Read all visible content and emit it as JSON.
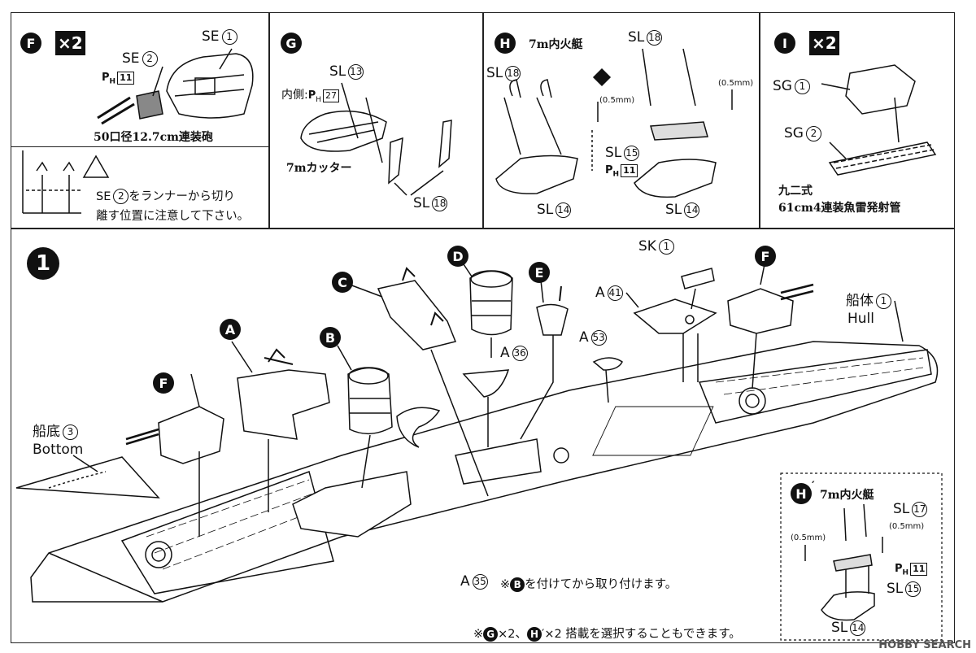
{
  "panels": {
    "F": {
      "badge": "F",
      "multiplier": "×2",
      "part_se1": "SE",
      "part_se1_num": "1",
      "part_se2": "SE",
      "part_se2_num": "2",
      "part_ph": "P",
      "part_ph_sub": "H",
      "part_ph_num": "11",
      "caption": "50口径12.7cm連装砲",
      "warning_line1_part": "SE",
      "warning_line1_num": "2",
      "warning_line1_text": "をランナーから切り",
      "warning_line2": "離す位置に注意して下さい。"
    },
    "G": {
      "badge": "G",
      "part_sl13": "SL",
      "part_sl13_num": "13",
      "inner_label": "内側:",
      "part_ph": "P",
      "part_ph_sub": "H",
      "part_ph_num": "27",
      "caption": "7mカッター",
      "part_sl18": "SL",
      "part_sl18_num": "18"
    },
    "H": {
      "badge": "H",
      "title": "7m内火艇",
      "part_sl18_a": "SL",
      "part_sl18_a_num": "18",
      "part_sl18_b": "SL",
      "part_sl18_b_num": "18",
      "drill_a": "(0.5mm)",
      "drill_b": "(0.5mm)",
      "part_sl15": "SL",
      "part_sl15_num": "15",
      "part_ph": "P",
      "part_ph_sub": "H",
      "part_ph_num": "11",
      "part_sl14_a": "SL",
      "part_sl14_a_num": "14",
      "part_sl14_b": "SL",
      "part_sl14_b_num": "14"
    },
    "I": {
      "badge": "I",
      "multiplier": "×2",
      "part_sg1": "SG",
      "part_sg1_num": "1",
      "part_sg2": "SG",
      "part_sg2_num": "2",
      "caption_line1": "九二式",
      "caption_line2": "61cm4連装魚雷発射管"
    }
  },
  "main": {
    "step": "1",
    "labels": {
      "A": "A",
      "B": "B",
      "C": "C",
      "D": "D",
      "E": "E",
      "F_left": "F",
      "F_right": "F"
    },
    "sk": "SK",
    "sk_num": "1",
    "a41": "A",
    "a41_num": "41",
    "a36": "A",
    "a36_num": "36",
    "a53": "A",
    "a53_num": "53",
    "a35": "A",
    "a35_num": "35",
    "hull_jp": "船体",
    "hull_num": "1",
    "hull_en": "Hull",
    "bottom_jp": "船底",
    "bottom_num": "3",
    "bottom_en": "Bottom",
    "note_a35_prefix": "※",
    "note_a35_badge": "B",
    "note_a35_text": "を付けてから取り付けます。",
    "footer_prefix": "※",
    "footer_g": "G",
    "footer_mid": "×2、",
    "footer_h": "H",
    "footer_text": "′×2 搭載を選択することもできます。"
  },
  "hprime": {
    "badge": "H",
    "prime": "′",
    "title": "7m内火艇",
    "part_sl17": "SL",
    "part_sl17_num": "17",
    "drill_a": "(0.5mm)",
    "drill_b": "(0.5mm)",
    "part_ph": "P",
    "part_ph_sub": "H",
    "part_ph_num": "11",
    "part_sl15": "SL",
    "part_sl15_num": "15",
    "part_sl14": "SL",
    "part_sl14_num": "14"
  },
  "watermark": "HOBBY SEARCH"
}
